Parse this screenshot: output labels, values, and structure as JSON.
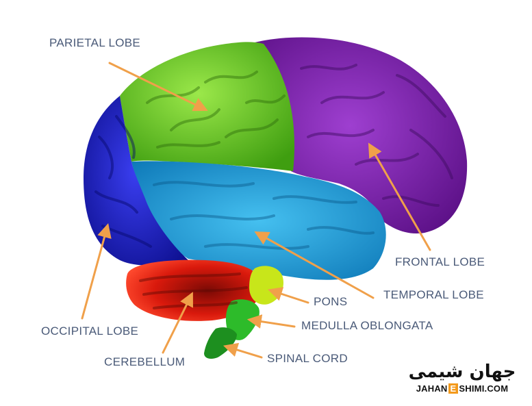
{
  "diagram": {
    "labels": {
      "parietal": "PARIETAL LOBE",
      "frontal": "FRONTAL LOBE",
      "temporal": "TEMPORAL LOBE",
      "occipital": "OCCIPITAL LOBE",
      "cerebellum": "CEREBELLUM",
      "pons": "PONS",
      "medulla": "MEDULLA OBLONGATA",
      "spinal_cord": "SPINAL CORD"
    },
    "colors": {
      "parietal": "#6fd11f",
      "frontal": "#8a22b8",
      "temporal": "#23a6e0",
      "occipital": "#1e22c8",
      "cerebellum": "#d9190c",
      "pons": "#c8e61a",
      "medulla": "#2dbb2a",
      "spinal_cord": "#1d8f1f",
      "arrow": "#f0a04a",
      "label_text": "#4a5a78"
    }
  },
  "watermark": {
    "arabic": "جهان شیمی",
    "latin_prefix": "JAHAN",
    "latin_box": "E",
    "latin_suffix": "SHIMI.COM",
    "accent": "#f39a1c"
  }
}
